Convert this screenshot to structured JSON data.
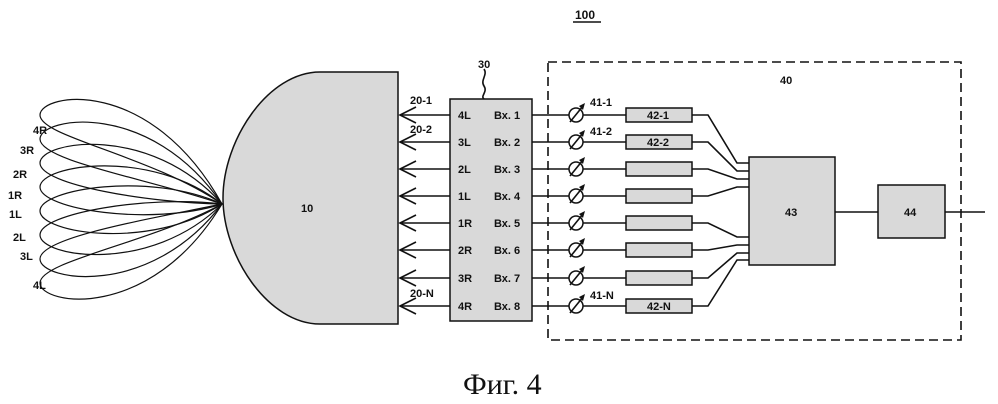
{
  "figure": {
    "ref": "100",
    "caption": "Фиг. 4"
  },
  "antenna": {
    "label": "10"
  },
  "beams": [
    "4R",
    "3R",
    "2R",
    "1R",
    "1L",
    "2L",
    "3L",
    "4L"
  ],
  "port_labels": {
    "first": "20-1",
    "second": "20-2",
    "last": "20-N"
  },
  "switch": {
    "label": "30",
    "left_labels": [
      "4L",
      "3L",
      "2L",
      "1L",
      "1R",
      "2R",
      "3R",
      "4R"
    ],
    "inputs": [
      "Вх. 1",
      "Вх. 2",
      "Вх. 3",
      "Вх. 4",
      "Вх. 5",
      "Вх. 6",
      "Вх. 7",
      "Вх. 8"
    ]
  },
  "receiver": {
    "label": "40",
    "attenuators": {
      "first": "41-1",
      "second": "41-2",
      "last": "41-N"
    },
    "channels": [
      "42-1",
      "42-2",
      "",
      "",
      "",
      "",
      "",
      "42-N"
    ],
    "combiner": "43",
    "output": "44"
  }
}
